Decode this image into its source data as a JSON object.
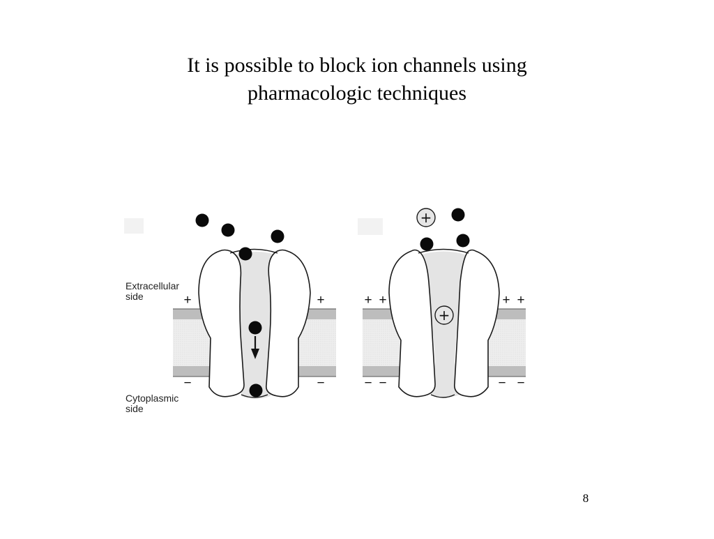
{
  "slide": {
    "title_line1": "It is possible to block ion channels using",
    "title_line2": "pharmacologic techniques",
    "page_number": "8"
  },
  "diagram": {
    "extracellular_line1": "Extracellular",
    "extracellular_line2": "side",
    "cytoplasmic_line1": "Cytoplasmic",
    "cytoplasmic_line2": "side",
    "plus": "+",
    "minus": "−",
    "blocker_plus": "+"
  },
  "colors": {
    "ion": "#0a0a0a",
    "membrane_band": "#bdbdbd",
    "membrane_core": "#efefef",
    "pore": "#e6e6e6",
    "channel_outline": "#1a1a1a"
  }
}
